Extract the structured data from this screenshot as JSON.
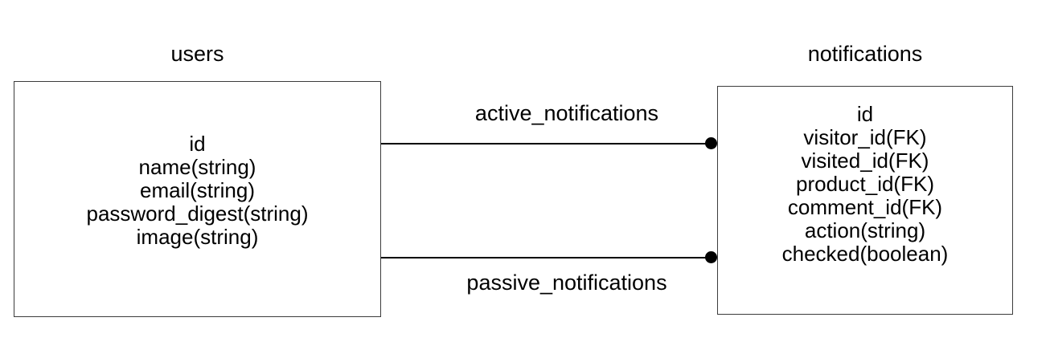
{
  "diagram": {
    "type": "entity-relationship-diagram",
    "background_color": "#ffffff",
    "line_color": "#000000",
    "border_color": "#3c3c3c"
  },
  "entities": [
    {
      "name": "users",
      "title": "users",
      "fields": [
        "id",
        "name(string)",
        "email(string)",
        "password_digest(string)",
        "image(string)"
      ]
    },
    {
      "name": "notifications",
      "title": "notifications",
      "fields": [
        "id",
        "visitor_id(FK)",
        "visited_id(FK)",
        "product_id(FK)",
        "comment_id(FK)",
        "action(string)",
        "checked(boolean)"
      ]
    }
  ],
  "relationships": [
    {
      "name": "active_notifications",
      "label": "active_notifications",
      "from": "users",
      "to": "notifications"
    },
    {
      "name": "passive_notifications",
      "label": "passive_notifications",
      "from": "users",
      "to": "notifications"
    }
  ]
}
